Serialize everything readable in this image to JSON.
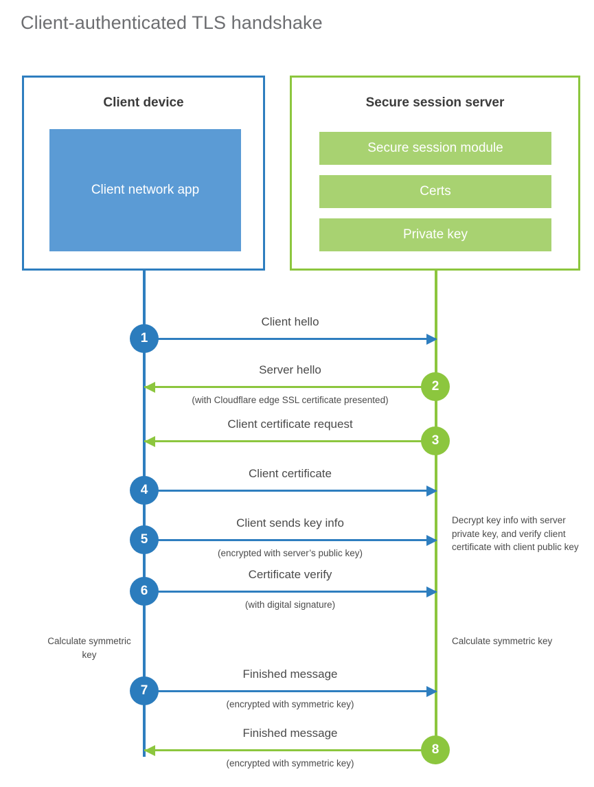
{
  "title": "Client-authenticated TLS handshake",
  "colors": {
    "client_blue": "#2e7ebf",
    "client_app_fill": "#5b9bd5",
    "server_green": "#8cc63e",
    "server_block_fill": "#a8d271",
    "title_grey": "#6d6e71",
    "text_grey": "#4a4a4a"
  },
  "client": {
    "title": "Client device",
    "app_label": "Client network app"
  },
  "server": {
    "title": "Secure session server",
    "blocks": [
      {
        "label": "Secure session module"
      },
      {
        "label": "Certs"
      },
      {
        "label": "Private key"
      }
    ]
  },
  "steps": [
    {
      "number": "1",
      "label": "Client hello",
      "sublabel": "",
      "origin": "client",
      "direction": "right",
      "color": "blue"
    },
    {
      "number": "2",
      "label": "Server hello",
      "sublabel": "(with Cloudflare edge SSL certificate presented)",
      "origin": "server",
      "direction": "left",
      "color": "green"
    },
    {
      "number": "3",
      "label": "Client certificate request",
      "sublabel": "",
      "origin": "server",
      "direction": "left",
      "color": "green"
    },
    {
      "number": "4",
      "label": "Client certificate",
      "sublabel": "",
      "origin": "client",
      "direction": "right",
      "color": "blue"
    },
    {
      "number": "5",
      "label": "Client sends key info",
      "sublabel": "(encrypted with server’s public key)",
      "origin": "client",
      "direction": "right",
      "color": "blue"
    },
    {
      "number": "6",
      "label": "Certificate verify",
      "sublabel": "(with digital signature)",
      "origin": "client",
      "direction": "right",
      "color": "blue"
    },
    {
      "number": "7",
      "label": "Finished message",
      "sublabel": "(encrypted with symmetric key)",
      "origin": "client",
      "direction": "right",
      "color": "blue"
    },
    {
      "number": "8",
      "label": "Finished message",
      "sublabel": "(encrypted with symmetric key)",
      "origin": "server",
      "direction": "left",
      "color": "green"
    }
  ],
  "notes": {
    "decrypt": "Decrypt key info with server private key, and verify client certificate with client public key",
    "client_symmetric": "Calculate symmetric key",
    "server_symmetric": "Calculate symmetric key"
  }
}
